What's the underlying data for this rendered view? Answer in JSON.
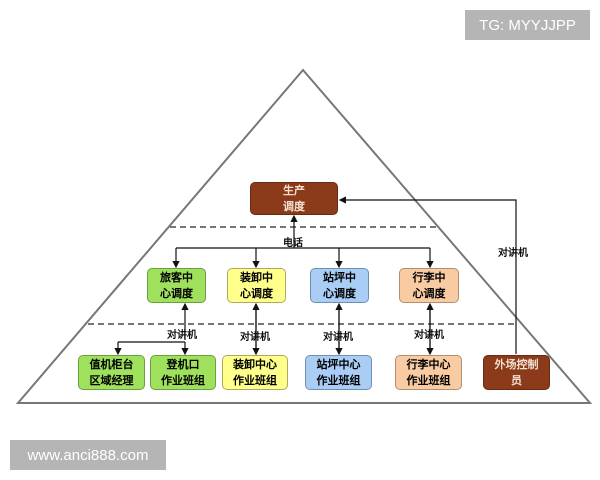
{
  "watermarks": {
    "top": "TG: MYYJJPP",
    "bottom": "www.anci888.com"
  },
  "colors": {
    "brown": "#8b3a1a",
    "green": "#9fe05c",
    "yellow": "#ffff8c",
    "blue": "#aacdf6",
    "peach": "#f8cba2"
  },
  "top_node": "生产\n调度",
  "phone_label": "电话",
  "radio_label": "对讲机",
  "middle_nodes": [
    "旅客中\n心调度",
    "装卸中\n心调度",
    "站坪中\n心调度",
    "行李中\n心调度"
  ],
  "bottom_nodes": [
    "值机柜台\n区域经理",
    "登机口\n作业班组",
    "装卸中心\n作业班组",
    "站坪中心\n作业班组",
    "行李中心\n作业班组",
    "外场控制\n员"
  ]
}
